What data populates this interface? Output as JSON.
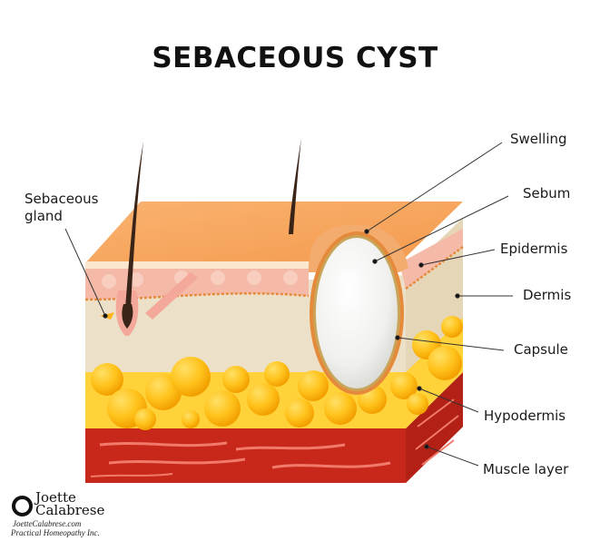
{
  "title": "SEBACEOUS CYST",
  "labels": {
    "sebaceous_gland_line1": "Sebaceous",
    "sebaceous_gland_line2": "gland",
    "swelling": "Swelling",
    "sebum": "Sebum",
    "epidermis": "Epidermis",
    "dermis": "Dermis",
    "capsule": "Capsule",
    "hypodermis": "Hypodermis",
    "muscle_layer": "Muscle layer"
  },
  "logo": {
    "name_line1": "Joette",
    "name_line2": "Calabrese",
    "website": "JoetteCalabrese.com",
    "company": "Practical Homeopathy Inc."
  },
  "colors": {
    "skin_top": "#F7A35C",
    "epidermis": "#F5B9A8",
    "dermis": "#EDE0C8",
    "hypodermis": "#FFC21A",
    "muscle": "#C8281A",
    "cyst": "#F4F4F2",
    "capsule": "#E58A3A",
    "hair": "#3A2418"
  }
}
